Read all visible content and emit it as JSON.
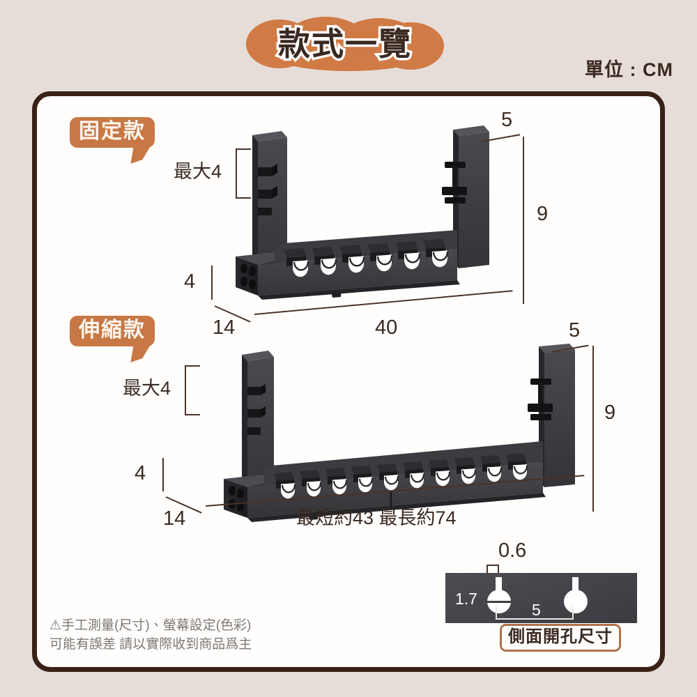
{
  "header": {
    "title": "款式一覽",
    "unit_label": "單位 : CM"
  },
  "card": {
    "models": [
      {
        "tag": "固定款",
        "dimensions": {
          "clamp_opening": "最大4",
          "arm_top_width": "5",
          "arm_height": "9",
          "tray_height": "4",
          "tray_depth": "14",
          "tray_length": "40"
        }
      },
      {
        "tag": "伸縮款",
        "dimensions": {
          "clamp_opening": "最大4",
          "arm_top_width": "5",
          "arm_height": "9",
          "tray_height": "4",
          "tray_depth": "14",
          "tray_length": "最短約43 最長約74"
        }
      }
    ],
    "hole_detail": {
      "caption": "側面開孔尺寸",
      "slot_width": "0.6",
      "slot_height": "1.7",
      "slot_spacing": "5"
    },
    "disclaimer": "⚠手工測量(尺寸)、螢幕設定(色彩)\n可能有誤差 請以實際收到商品爲主"
  }
}
